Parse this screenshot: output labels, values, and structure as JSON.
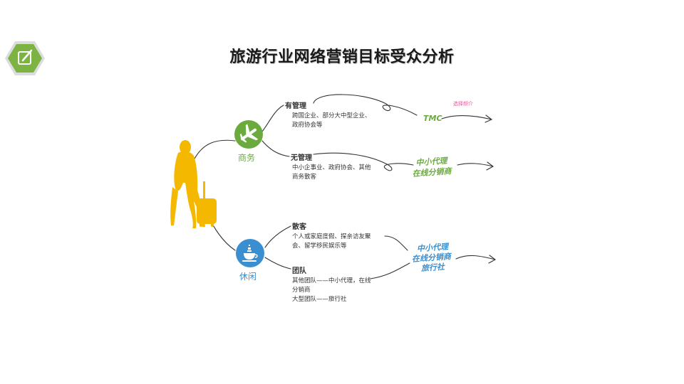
{
  "title": "旅游行业网络营销目标受众分析",
  "colors": {
    "business": "#6bab3e",
    "leisure": "#3a8fd0",
    "silhouette": "#f5b800",
    "note": "#e05a9a"
  },
  "business": {
    "label": "商务",
    "icon": "airplane-icon",
    "managed": {
      "title": "有管理",
      "lines": [
        "跨国企业、部分大中型企业、",
        "政府协会等"
      ],
      "result": "TMC",
      "note": "选择频介"
    },
    "unmanaged": {
      "title": "无管理",
      "lines": [
        "中小企事业、政府协会、其他",
        "商务散客"
      ],
      "result_lines": [
        "中小代理",
        "在线分销商"
      ]
    }
  },
  "leisure": {
    "label": "休闲",
    "icon": "teacup-icon",
    "individual": {
      "title": "散客",
      "lines": [
        "个人或家庭度假、探亲访友聚",
        "会、留学移民娱乐等"
      ]
    },
    "group": {
      "title": "团队",
      "lines": [
        "其他团队——中小代理，在线",
        "分销商",
        "大型团队——旅行社"
      ]
    },
    "result_lines": [
      "中小代理",
      "在线分销商",
      "旅行社"
    ]
  }
}
